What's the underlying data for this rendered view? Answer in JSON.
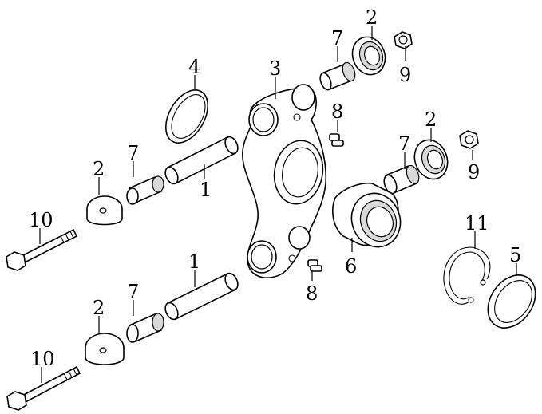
{
  "diagram": {
    "type": "exploded-parts-view",
    "callouts": {
      "c2_top": "2",
      "c7_top": "7",
      "c9_top": "9",
      "c4": "4",
      "c3": "3",
      "c8_top": "8",
      "c2_mid_right": "2",
      "c7_mid_right": "7",
      "c9_mid_right": "9",
      "c2_left": "2",
      "c7_left": "7",
      "c1_top": "1",
      "c10_top": "10",
      "c11": "11",
      "c5": "5",
      "c6": "6",
      "c1_bottom": "1",
      "c8_bottom": "8",
      "c2_bottom": "2",
      "c7_bottom": "7",
      "c10_bottom": "10"
    }
  }
}
